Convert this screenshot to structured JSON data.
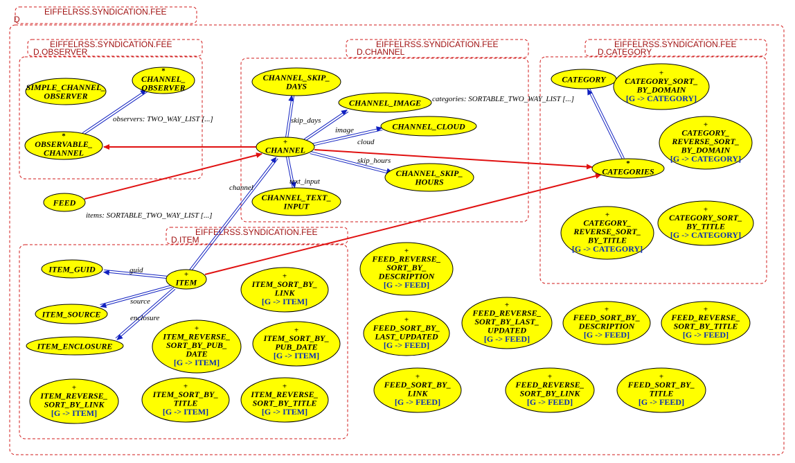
{
  "clusters": [
    {
      "id": "top",
      "label": "EIFFELRSS.SYNDICATION.FEE",
      "sub": "D"
    },
    {
      "id": "observer",
      "label": "EIFFELRSS.SYNDICATION.FEE",
      "sub": "D.OBSERVER"
    },
    {
      "id": "channel",
      "label": "EIFFELRSS.SYNDICATION.FEE",
      "sub": "D.CHANNEL"
    },
    {
      "id": "category",
      "label": "EIFFELRSS.SYNDICATION.FEE",
      "sub": "D.CATEGORY"
    },
    {
      "id": "item",
      "label": "EIFFELRSS.SYNDICATION.FEE",
      "sub": "D.ITEM"
    }
  ],
  "nodes": [
    {
      "id": "simple_channel_observer",
      "lines": [
        "SIMPLE_CHANNEL_",
        "OBSERVER"
      ],
      "marker": "",
      "generic": ""
    },
    {
      "id": "channel_observer",
      "lines": [
        "CHANNEL_",
        "OBSERVER"
      ],
      "marker": "*",
      "generic": ""
    },
    {
      "id": "observable_channel",
      "lines": [
        "OBSERVABLE_",
        "CHANNEL"
      ],
      "marker": "*",
      "generic": ""
    },
    {
      "id": "channel_skip_days",
      "lines": [
        "CHANNEL_SKIP_",
        "DAYS"
      ],
      "marker": "",
      "generic": ""
    },
    {
      "id": "channel_image",
      "lines": [
        "CHANNEL_IMAGE"
      ],
      "marker": "",
      "generic": ""
    },
    {
      "id": "channel_cloud",
      "lines": [
        "CHANNEL_CLOUD"
      ],
      "marker": "",
      "generic": ""
    },
    {
      "id": "channel",
      "lines": [
        "CHANNEL"
      ],
      "marker": "+",
      "generic": ""
    },
    {
      "id": "channel_skip_hours",
      "lines": [
        "CHANNEL_SKIP_",
        "HOURS"
      ],
      "marker": "",
      "generic": ""
    },
    {
      "id": "channel_text_input",
      "lines": [
        "CHANNEL_TEXT_",
        "INPUT"
      ],
      "marker": "",
      "generic": ""
    },
    {
      "id": "feed",
      "lines": [
        "FEED"
      ],
      "marker": "",
      "generic": ""
    },
    {
      "id": "category_node",
      "lines": [
        "CATEGORY"
      ],
      "marker": "",
      "generic": ""
    },
    {
      "id": "category_sort_by_domain",
      "lines": [
        "CATEGORY_SORT_",
        "BY_DOMAIN"
      ],
      "marker": "+",
      "generic": "[G -> CATEGORY]"
    },
    {
      "id": "category_reverse_sort_by_domain",
      "lines": [
        "CATEGORY_",
        "REVERSE_SORT_",
        "BY_DOMAIN"
      ],
      "marker": "+",
      "generic": "[G -> CATEGORY]"
    },
    {
      "id": "categories",
      "lines": [
        "CATEGORIES"
      ],
      "marker": "*",
      "generic": ""
    },
    {
      "id": "category_reverse_sort_by_title",
      "lines": [
        "CATEGORY_",
        "REVERSE_SORT_",
        "BY_TITLE"
      ],
      "marker": "+",
      "generic": "[G -> CATEGORY]"
    },
    {
      "id": "category_sort_by_title",
      "lines": [
        "CATEGORY_SORT_",
        "BY_TITLE"
      ],
      "marker": "+",
      "generic": "[G -> CATEGORY]"
    },
    {
      "id": "item_guid",
      "lines": [
        "ITEM_GUID"
      ],
      "marker": "",
      "generic": ""
    },
    {
      "id": "item",
      "lines": [
        "ITEM"
      ],
      "marker": "+",
      "generic": ""
    },
    {
      "id": "item_source",
      "lines": [
        "ITEM_SOURCE"
      ],
      "marker": "",
      "generic": ""
    },
    {
      "id": "item_enclosure",
      "lines": [
        "ITEM_ENCLOSURE"
      ],
      "marker": "",
      "generic": ""
    },
    {
      "id": "item_sort_by_link",
      "lines": [
        "ITEM_SORT_BY_",
        "LINK"
      ],
      "marker": "+",
      "generic": "[G -> ITEM]"
    },
    {
      "id": "item_reverse_sort_by_pub_date",
      "lines": [
        "ITEM_REVERSE_",
        "SORT_BY_PUB_",
        "DATE"
      ],
      "marker": "+",
      "generic": "[G -> ITEM]"
    },
    {
      "id": "item_sort_by_pub_date",
      "lines": [
        "ITEM_SORT_BY_",
        "PUB_DATE"
      ],
      "marker": "+",
      "generic": "[G -> ITEM]"
    },
    {
      "id": "item_reverse_sort_by_link",
      "lines": [
        "ITEM_REVERSE_",
        "SORT_BY_LINK"
      ],
      "marker": "+",
      "generic": "[G -> ITEM]"
    },
    {
      "id": "item_sort_by_title",
      "lines": [
        "ITEM_SORT_BY_",
        "TITLE"
      ],
      "marker": "+",
      "generic": "[G -> ITEM]"
    },
    {
      "id": "item_reverse_sort_by_title",
      "lines": [
        "ITEM_REVERSE_",
        "SORT_BY_TITLE"
      ],
      "marker": "+",
      "generic": "[G -> ITEM]"
    },
    {
      "id": "feed_reverse_sort_by_description",
      "lines": [
        "FEED_REVERSE_",
        "SORT_BY_",
        "DESCRIPTION"
      ],
      "marker": "+",
      "generic": "[G -> FEED]"
    },
    {
      "id": "feed_sort_by_last_updated",
      "lines": [
        "FEED_SORT_BY_",
        "LAST_UPDATED"
      ],
      "marker": "+",
      "generic": "[G -> FEED]"
    },
    {
      "id": "feed_reverse_sort_by_last_updated",
      "lines": [
        "FEED_REVERSE_",
        "SORT_BY_LAST_",
        "UPDATED"
      ],
      "marker": "+",
      "generic": "[G -> FEED]"
    },
    {
      "id": "feed_sort_by_description",
      "lines": [
        "FEED_SORT_BY_",
        "DESCRIPTION"
      ],
      "marker": "+",
      "generic": "[G -> FEED]"
    },
    {
      "id": "feed_reverse_sort_by_title",
      "lines": [
        "FEED_REVERSE_",
        "SORT_BY_TITLE"
      ],
      "marker": "+",
      "generic": "[G -> FEED]"
    },
    {
      "id": "feed_sort_by_link",
      "lines": [
        "FEED_SORT_BY_",
        "LINK"
      ],
      "marker": "+",
      "generic": "[G -> FEED]"
    },
    {
      "id": "feed_reverse_sort_by_link",
      "lines": [
        "FEED_REVERSE_",
        "SORT_BY_LINK"
      ],
      "marker": "+",
      "generic": "[G -> FEED]"
    },
    {
      "id": "feed_sort_by_title",
      "lines": [
        "FEED_SORT_BY_",
        "TITLE"
      ],
      "marker": "+",
      "generic": "[G -> FEED]"
    }
  ],
  "edges": [
    {
      "id": "e_observers",
      "from": "observable_channel",
      "to": "channel_observer",
      "kind": "inherit",
      "label": "observers: TWO_WAY_LIST [...]"
    },
    {
      "id": "e_channel_observable",
      "from": "channel",
      "to": "observable_channel",
      "kind": "client",
      "label": ""
    },
    {
      "id": "e_skip_days",
      "from": "channel",
      "to": "channel_skip_days",
      "kind": "inherit",
      "label": "skip_days"
    },
    {
      "id": "e_image",
      "from": "channel",
      "to": "channel_image",
      "kind": "inherit",
      "label": "image"
    },
    {
      "id": "e_cloud",
      "from": "channel",
      "to": "channel_cloud",
      "kind": "inherit",
      "label": "cloud"
    },
    {
      "id": "e_skip_hours",
      "from": "channel",
      "to": "channel_skip_hours",
      "kind": "inherit",
      "label": "skip_hours"
    },
    {
      "id": "e_text_input",
      "from": "channel",
      "to": "channel_text_input",
      "kind": "inherit",
      "label": "text_input"
    },
    {
      "id": "e_channel_categories",
      "from": "channel",
      "to": "categories",
      "kind": "client",
      "label": "categories: SORTABLE_TWO_WAY_LIST [...]"
    },
    {
      "id": "e_feed_channel",
      "from": "feed",
      "to": "channel",
      "kind": "client",
      "label": ""
    },
    {
      "id": "e_item_channel",
      "from": "item",
      "to": "channel",
      "kind": "inherit",
      "label": "channel"
    },
    {
      "id": "e_categories_category",
      "from": "categories",
      "to": "category_node",
      "kind": "inherit",
      "label": ""
    },
    {
      "id": "e_item_categories",
      "from": "item",
      "to": "categories",
      "kind": "client",
      "label": "items: SORTABLE_TWO_WAY_LIST [...]"
    },
    {
      "id": "e_guid",
      "from": "item",
      "to": "item_guid",
      "kind": "inherit",
      "label": "guid"
    },
    {
      "id": "e_source",
      "from": "item",
      "to": "item_source",
      "kind": "inherit",
      "label": "source"
    },
    {
      "id": "e_enclosure",
      "from": "item",
      "to": "item_enclosure",
      "kind": "inherit",
      "label": "enclosure"
    }
  ]
}
